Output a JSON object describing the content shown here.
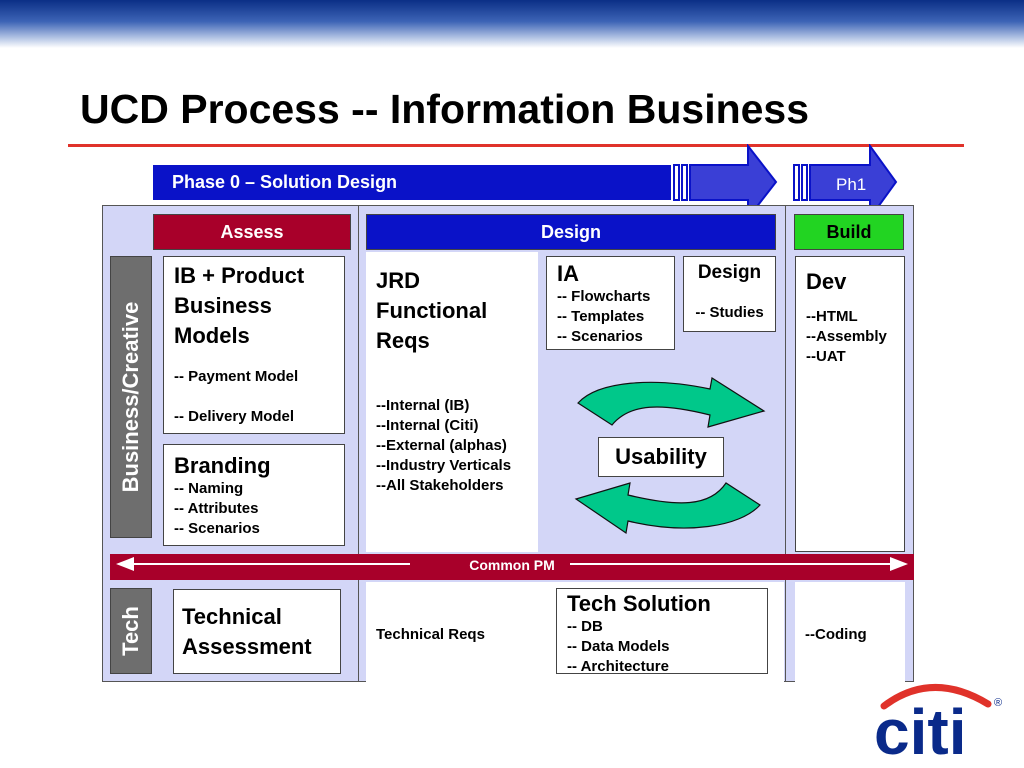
{
  "slide": {
    "title": "UCD Process -- Information Business"
  },
  "phases": {
    "phase0": "Phase 0 – Solution Design",
    "ph1": "Ph1",
    "common_pm": "Common PM"
  },
  "headers": {
    "assess": "Assess",
    "design": "Design",
    "build": "Build"
  },
  "rows": {
    "business_creative": "Business/Creative",
    "tech": "Tech"
  },
  "assess": {
    "ib_title_1": "IB + Product",
    "ib_title_2": "Business",
    "ib_title_3": "Models",
    "ib_item_1": "-- Payment Model",
    "ib_item_2": "-- Delivery Model",
    "branding_title": "Branding",
    "branding_items": [
      "-- Naming",
      "-- Attributes",
      "-- Scenarios"
    ],
    "tech_title_1": "Technical",
    "tech_title_2": "Assessment"
  },
  "design": {
    "jrd_title_1": "JRD",
    "jrd_title_2": "Functional",
    "jrd_title_3": "Reqs",
    "jrd_items": [
      "--Internal (IB)",
      "--Internal (Citi)",
      "--External (alphas)",
      "--Industry Verticals",
      "--All Stakeholders"
    ],
    "ia_title": "IA",
    "ia_items": [
      "-- Flowcharts",
      "-- Templates",
      "-- Scenarios"
    ],
    "design_title": "Design",
    "design_item": "-- Studies",
    "usability": "Usability",
    "technical_reqs": "Technical Reqs",
    "tech_solution_title": "Tech Solution",
    "tech_solution_items": [
      "-- DB",
      "-- Data Models",
      "-- Architecture"
    ]
  },
  "build": {
    "dev_title": "Dev",
    "dev_items": [
      "--HTML",
      "--Assembly",
      "--UAT"
    ],
    "coding": "--Coding"
  },
  "logo": {
    "text": "citi",
    "trademark": "®"
  },
  "colors": {
    "phase_blue": "#0a12c8",
    "assess_red": "#a8002a",
    "design_blue": "#0a12c8",
    "build_green": "#22d422",
    "grid_lavender": "#d3d6f7",
    "arrow_green": "#00c88a",
    "citi_red": "#e0322a",
    "citi_blue": "#0a2a8a"
  }
}
